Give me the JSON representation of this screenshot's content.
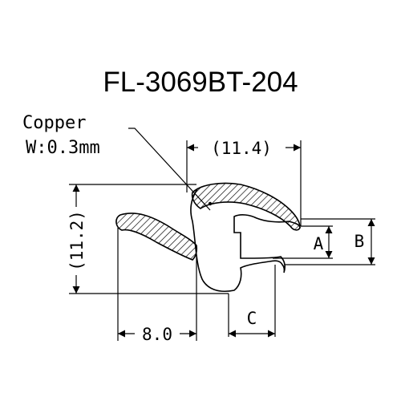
{
  "title": "FL-3069BT-204",
  "material_label": "Copper",
  "width_label": "W:0.3mm",
  "dimensions": {
    "top_width": "(11.4)",
    "height": "(11.2)",
    "bottom_width": "8.0",
    "a": "A",
    "b": "B",
    "c": "C"
  }
}
